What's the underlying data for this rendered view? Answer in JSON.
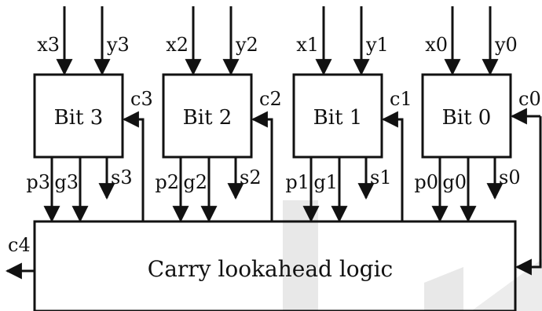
{
  "blocks": [
    {
      "label": "Bit 3",
      "x_in": "x3",
      "y_in": "y3",
      "carry_in": "c3",
      "p_out": "p3",
      "g_out": "g3",
      "s_out": "s3"
    },
    {
      "label": "Bit 2",
      "x_in": "x2",
      "y_in": "y2",
      "carry_in": "c2",
      "p_out": "p2",
      "g_out": "g2",
      "s_out": "s2"
    },
    {
      "label": "Bit 1",
      "x_in": "x1",
      "y_in": "y1",
      "carry_in": "c1",
      "p_out": "p1",
      "g_out": "g1",
      "s_out": "s1"
    },
    {
      "label": "Bit 0",
      "x_in": "x0",
      "y_in": "y0",
      "carry_in": "c0",
      "p_out": "p0",
      "g_out": "g0",
      "s_out": "s0"
    }
  ],
  "logic_block": {
    "label": "Carry lookahead logic"
  },
  "carry_out": {
    "label": "c4"
  },
  "colors": {
    "line": "#111111",
    "background": "#ffffff",
    "watermark": "#e6e6e6"
  }
}
